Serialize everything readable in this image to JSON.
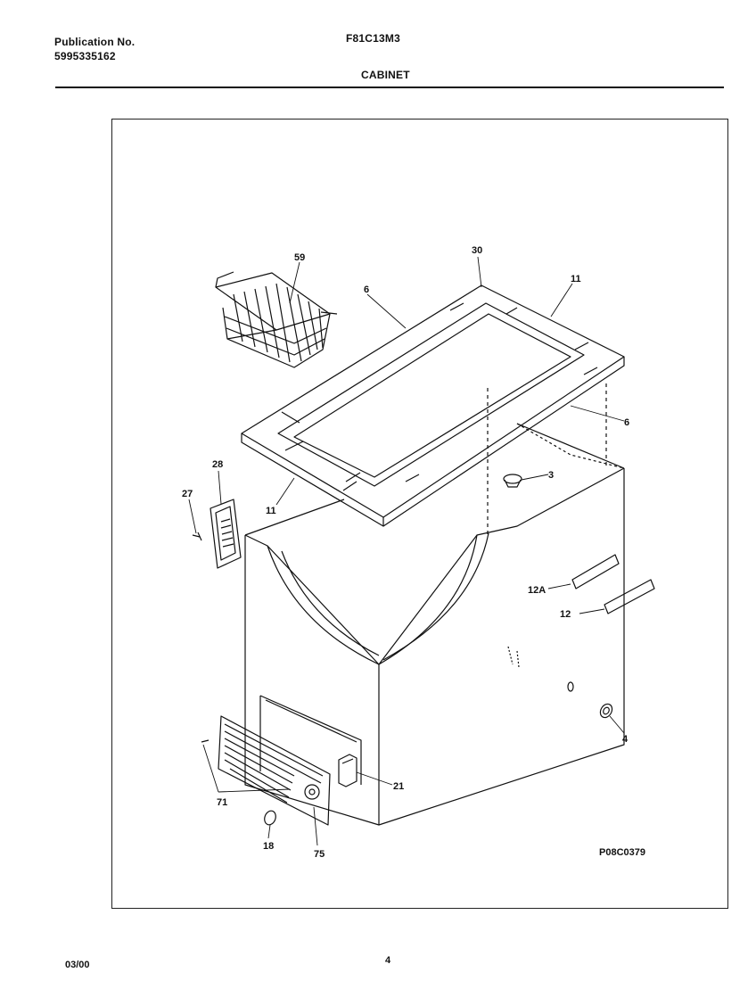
{
  "header": {
    "publication_label": "Publication No.",
    "publication_number": "5995335162",
    "model": "F81C13M3",
    "section": "CABINET"
  },
  "diagram": {
    "drawing_number": "P08C0379",
    "callouts": {
      "basket": "59",
      "corner_top": "30",
      "breaker_left": "6",
      "breaker_right_top": "11",
      "breaker_right": "6",
      "breaker_front": "11",
      "plug": "3",
      "hinge": "28",
      "screw": "27",
      "label_a": "12A",
      "label": "12",
      "leveler": "4",
      "control": "21",
      "grille_screws": "71",
      "knob": "18",
      "grille": "75"
    }
  },
  "footer": {
    "date": "03/00",
    "page": "4"
  }
}
